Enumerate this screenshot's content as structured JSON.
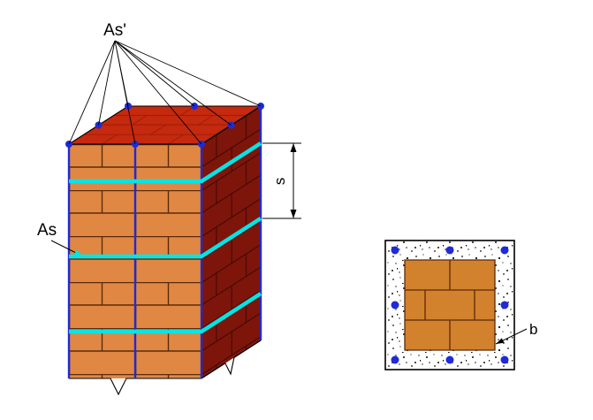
{
  "figure": {
    "labels": {
      "as_prime": "As'",
      "as": "As",
      "spacing": "s",
      "width": "b"
    },
    "colors": {
      "brick_front": "#E08843",
      "brick_joint": "#5C2A0A",
      "brick_side": "#7D150B",
      "brick_side_joint": "#400803",
      "brick_top": "#C5290E",
      "brick_top_joint": "#8A1A06",
      "section_brick": "#D2812D",
      "tie": "#00E6E6",
      "rebar": "#1F2BD4",
      "outline": "#000000"
    }
  }
}
